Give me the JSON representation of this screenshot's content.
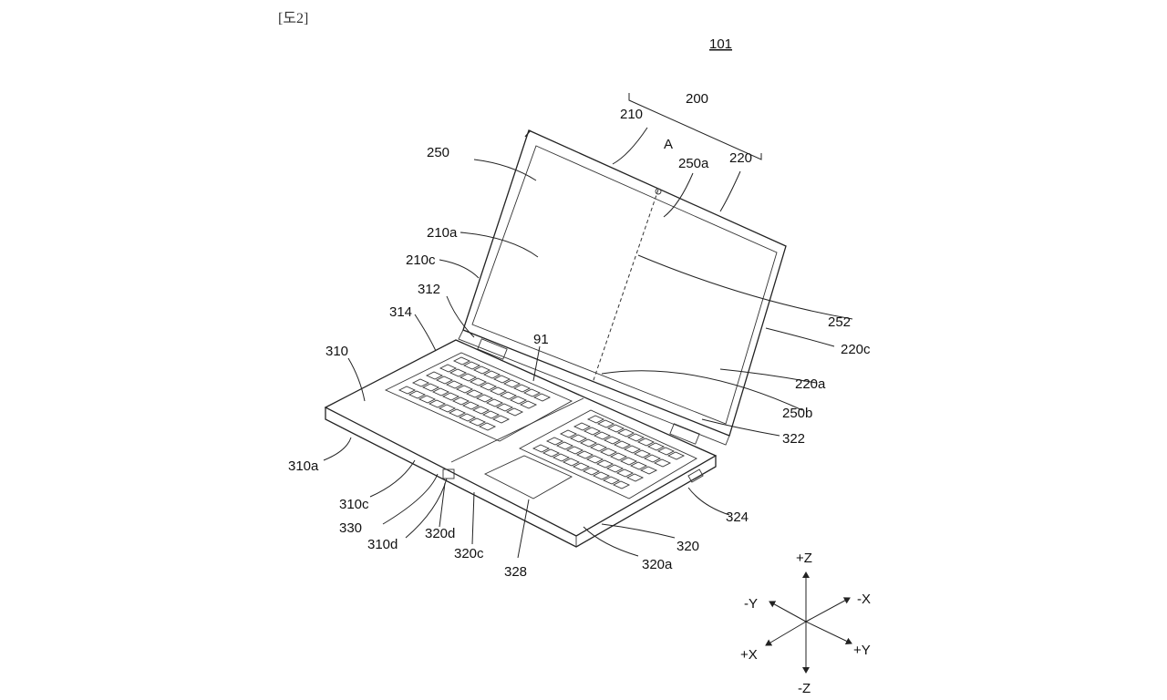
{
  "figure_label": "[도2]",
  "reference_number": "101",
  "part_labels": {
    "l200": "200",
    "l210": "210",
    "l220": "220",
    "lA": "A",
    "l250a": "250a",
    "l250": "250",
    "l210a": "210a",
    "l210c": "210c",
    "l312": "312",
    "l314": "314",
    "l310": "310",
    "l91": "91",
    "l252": "252",
    "l220c": "220c",
    "l220a": "220a",
    "l250b": "250b",
    "l322": "322",
    "l310a": "310a",
    "l324": "324",
    "l310c": "310c",
    "l330": "330",
    "l310d": "310d",
    "l320d": "320d",
    "l320c": "320c",
    "l320": "320",
    "l320a": "320a",
    "l328": "328"
  },
  "axis_labels": {
    "pz": "+Z",
    "nz": "-Z",
    "px": "+X",
    "nx": "-X",
    "py": "+Y",
    "ny": "-Y"
  }
}
